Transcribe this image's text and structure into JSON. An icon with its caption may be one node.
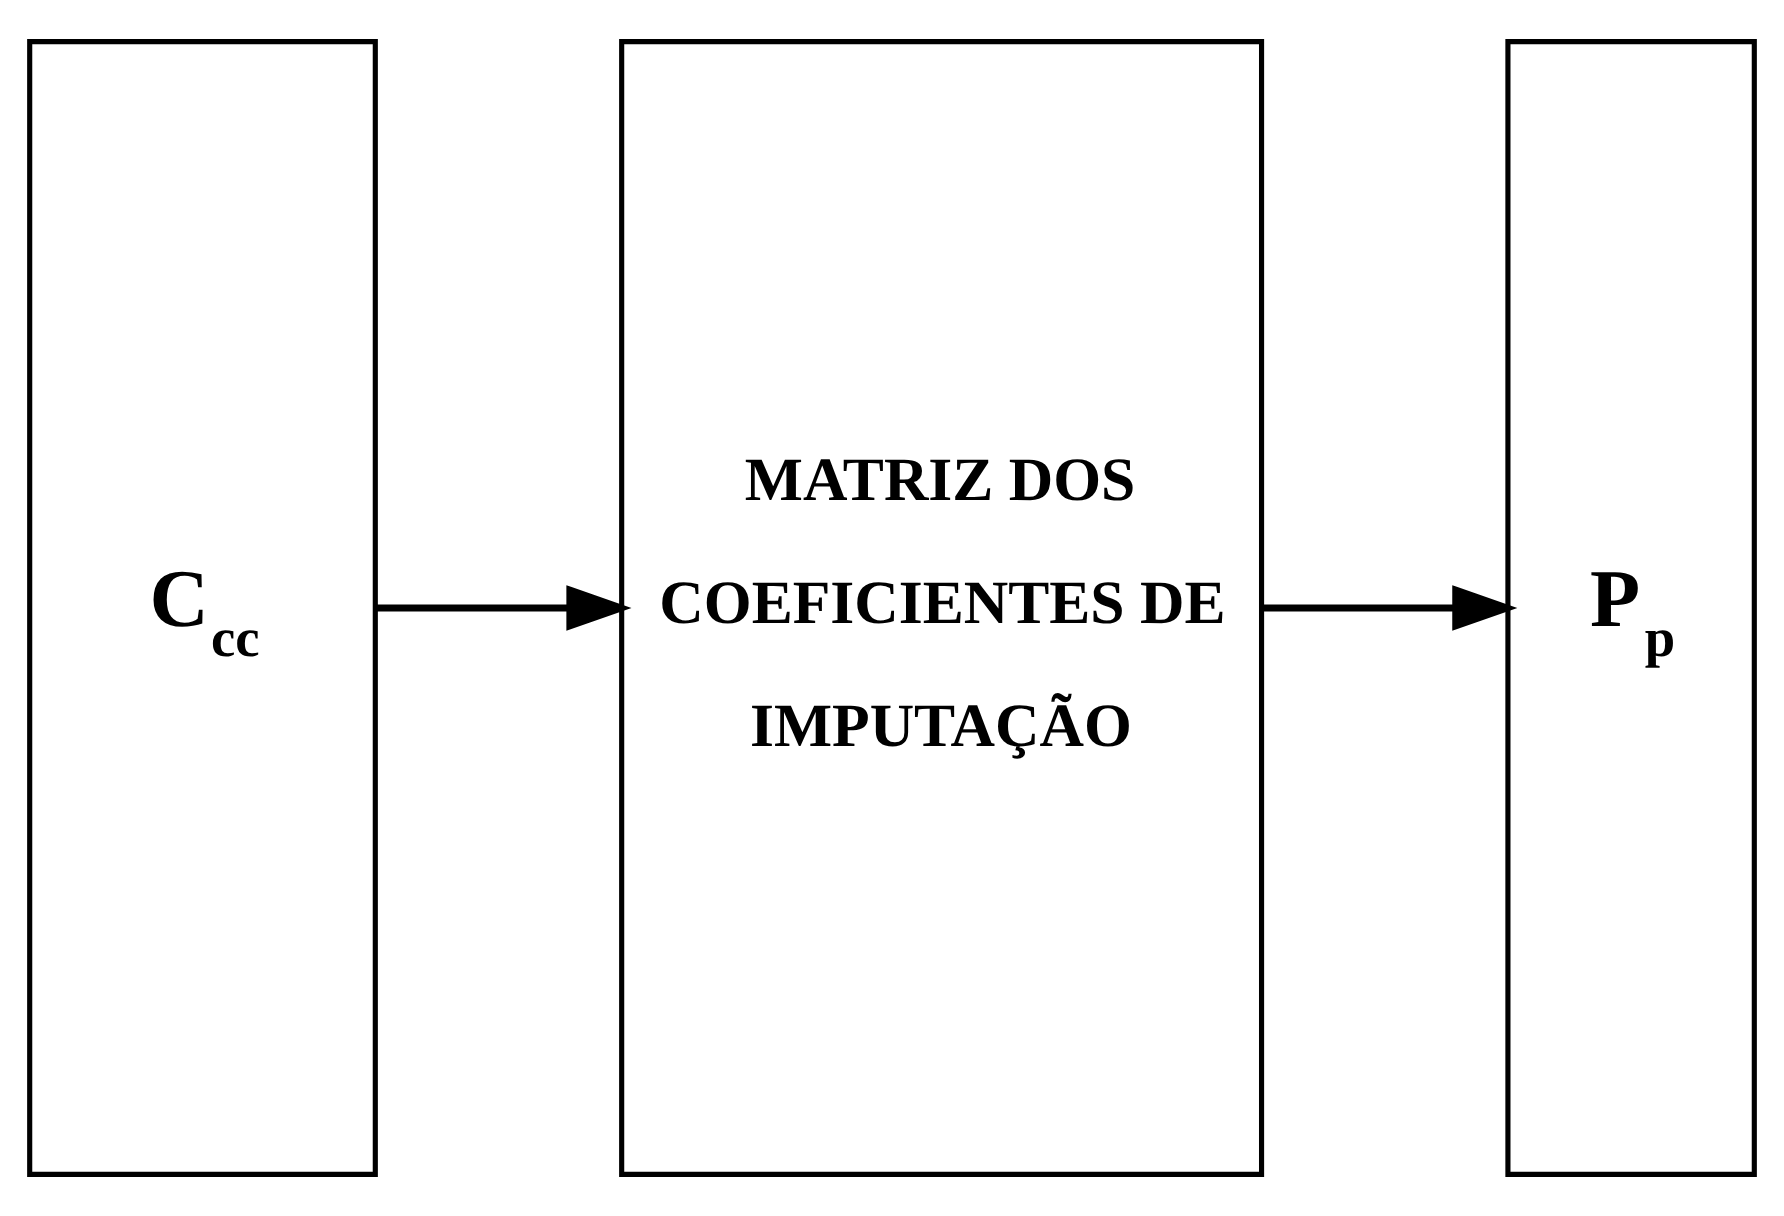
{
  "diagram": {
    "nodes": [
      {
        "text": [
          "C$_{cc}$"
        ]
      },
      {
        "text": [
          "MATRIZ DOS COEFICIENTES DE IMPUTAÇÃO"
        ]
      },
      {
        "text": [
          "P$_{p}$"
        ]
      }
    ],
    "edges": [
      {
        "from": 0,
        "to": 1,
        "arrow": "to"
      },
      {
        "from": 1,
        "to": 2,
        "arrow": "to"
      }
    ]
  }
}
